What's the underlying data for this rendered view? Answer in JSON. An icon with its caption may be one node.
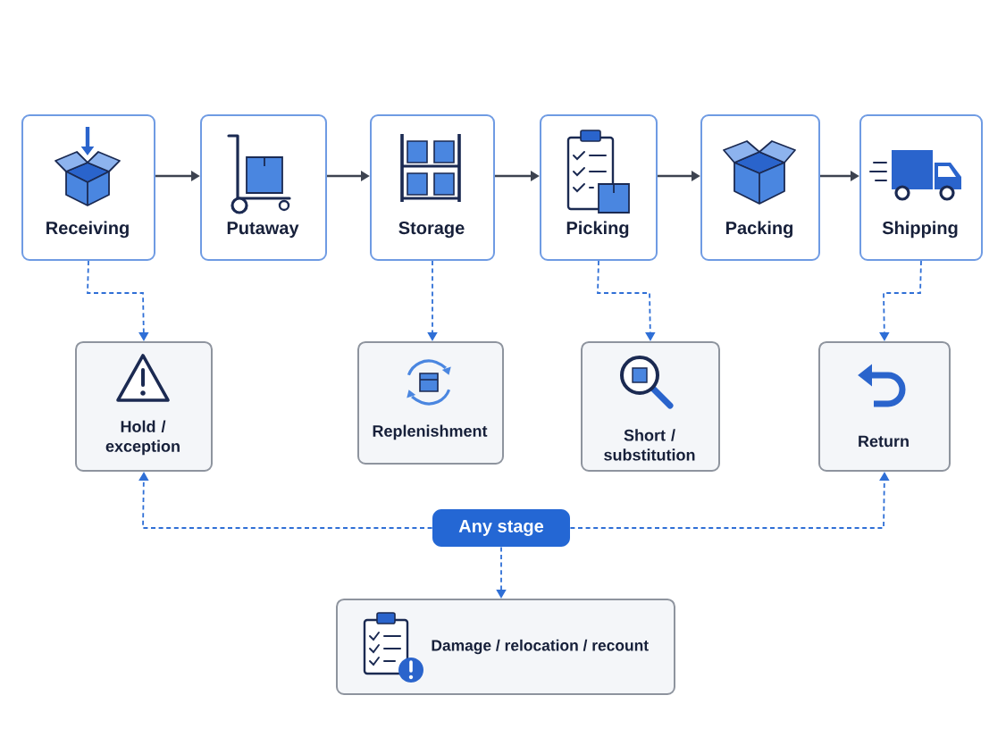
{
  "diagram": {
    "nodes": [
      {
        "text": [
          "Receiving"
        ]
      },
      {
        "text": [
          "Putaway"
        ]
      },
      {
        "text": [
          "Storage"
        ]
      },
      {
        "text": [
          "Picking"
        ]
      },
      {
        "text": [
          "Packing"
        ]
      },
      {
        "text": [
          "Shipping"
        ]
      },
      {
        "text": [
          "Hold / exception"
        ]
      },
      {
        "text": [
          "Replenishment"
        ]
      },
      {
        "text": [
          "Short / substitution"
        ]
      },
      {
        "text": [
          "Return"
        ]
      },
      {
        "text": [
          "Any stage"
        ]
      },
      {
        "text": [
          "Damage / relocation / recount"
        ]
      }
    ],
    "edges": [
      {
        "from": 0,
        "to": 1,
        "arrow": "to",
        "color": "#3d4350"
      },
      {
        "from": 1,
        "to": 2,
        "arrow": "to",
        "color": "#3d4350"
      },
      {
        "from": 2,
        "to": 3,
        "arrow": "to",
        "color": "#3d4350"
      },
      {
        "from": 3,
        "to": 4,
        "arrow": "to",
        "color": "#3d4350"
      },
      {
        "from": 4,
        "to": 5,
        "arrow": "to",
        "color": "#3d4350"
      },
      {
        "from": 0,
        "to": 6,
        "arrow": "to",
        "style": "dashed"
      },
      {
        "from": 2,
        "to": 7,
        "arrow": "to",
        "style": "dashed"
      },
      {
        "from": 3,
        "to": 8,
        "arrow": "to",
        "style": "dashed"
      },
      {
        "from": 5,
        "to": 9,
        "arrow": "to",
        "style": "dashed"
      },
      {
        "from": 10,
        "to": 6,
        "arrow": "to",
        "style": "dashed"
      },
      {
        "from": 10,
        "to": 9,
        "arrow": "to",
        "style": "dashed"
      },
      {
        "from": 10,
        "to": 11,
        "arrow": "to",
        "style": "dashed"
      }
    ]
  }
}
